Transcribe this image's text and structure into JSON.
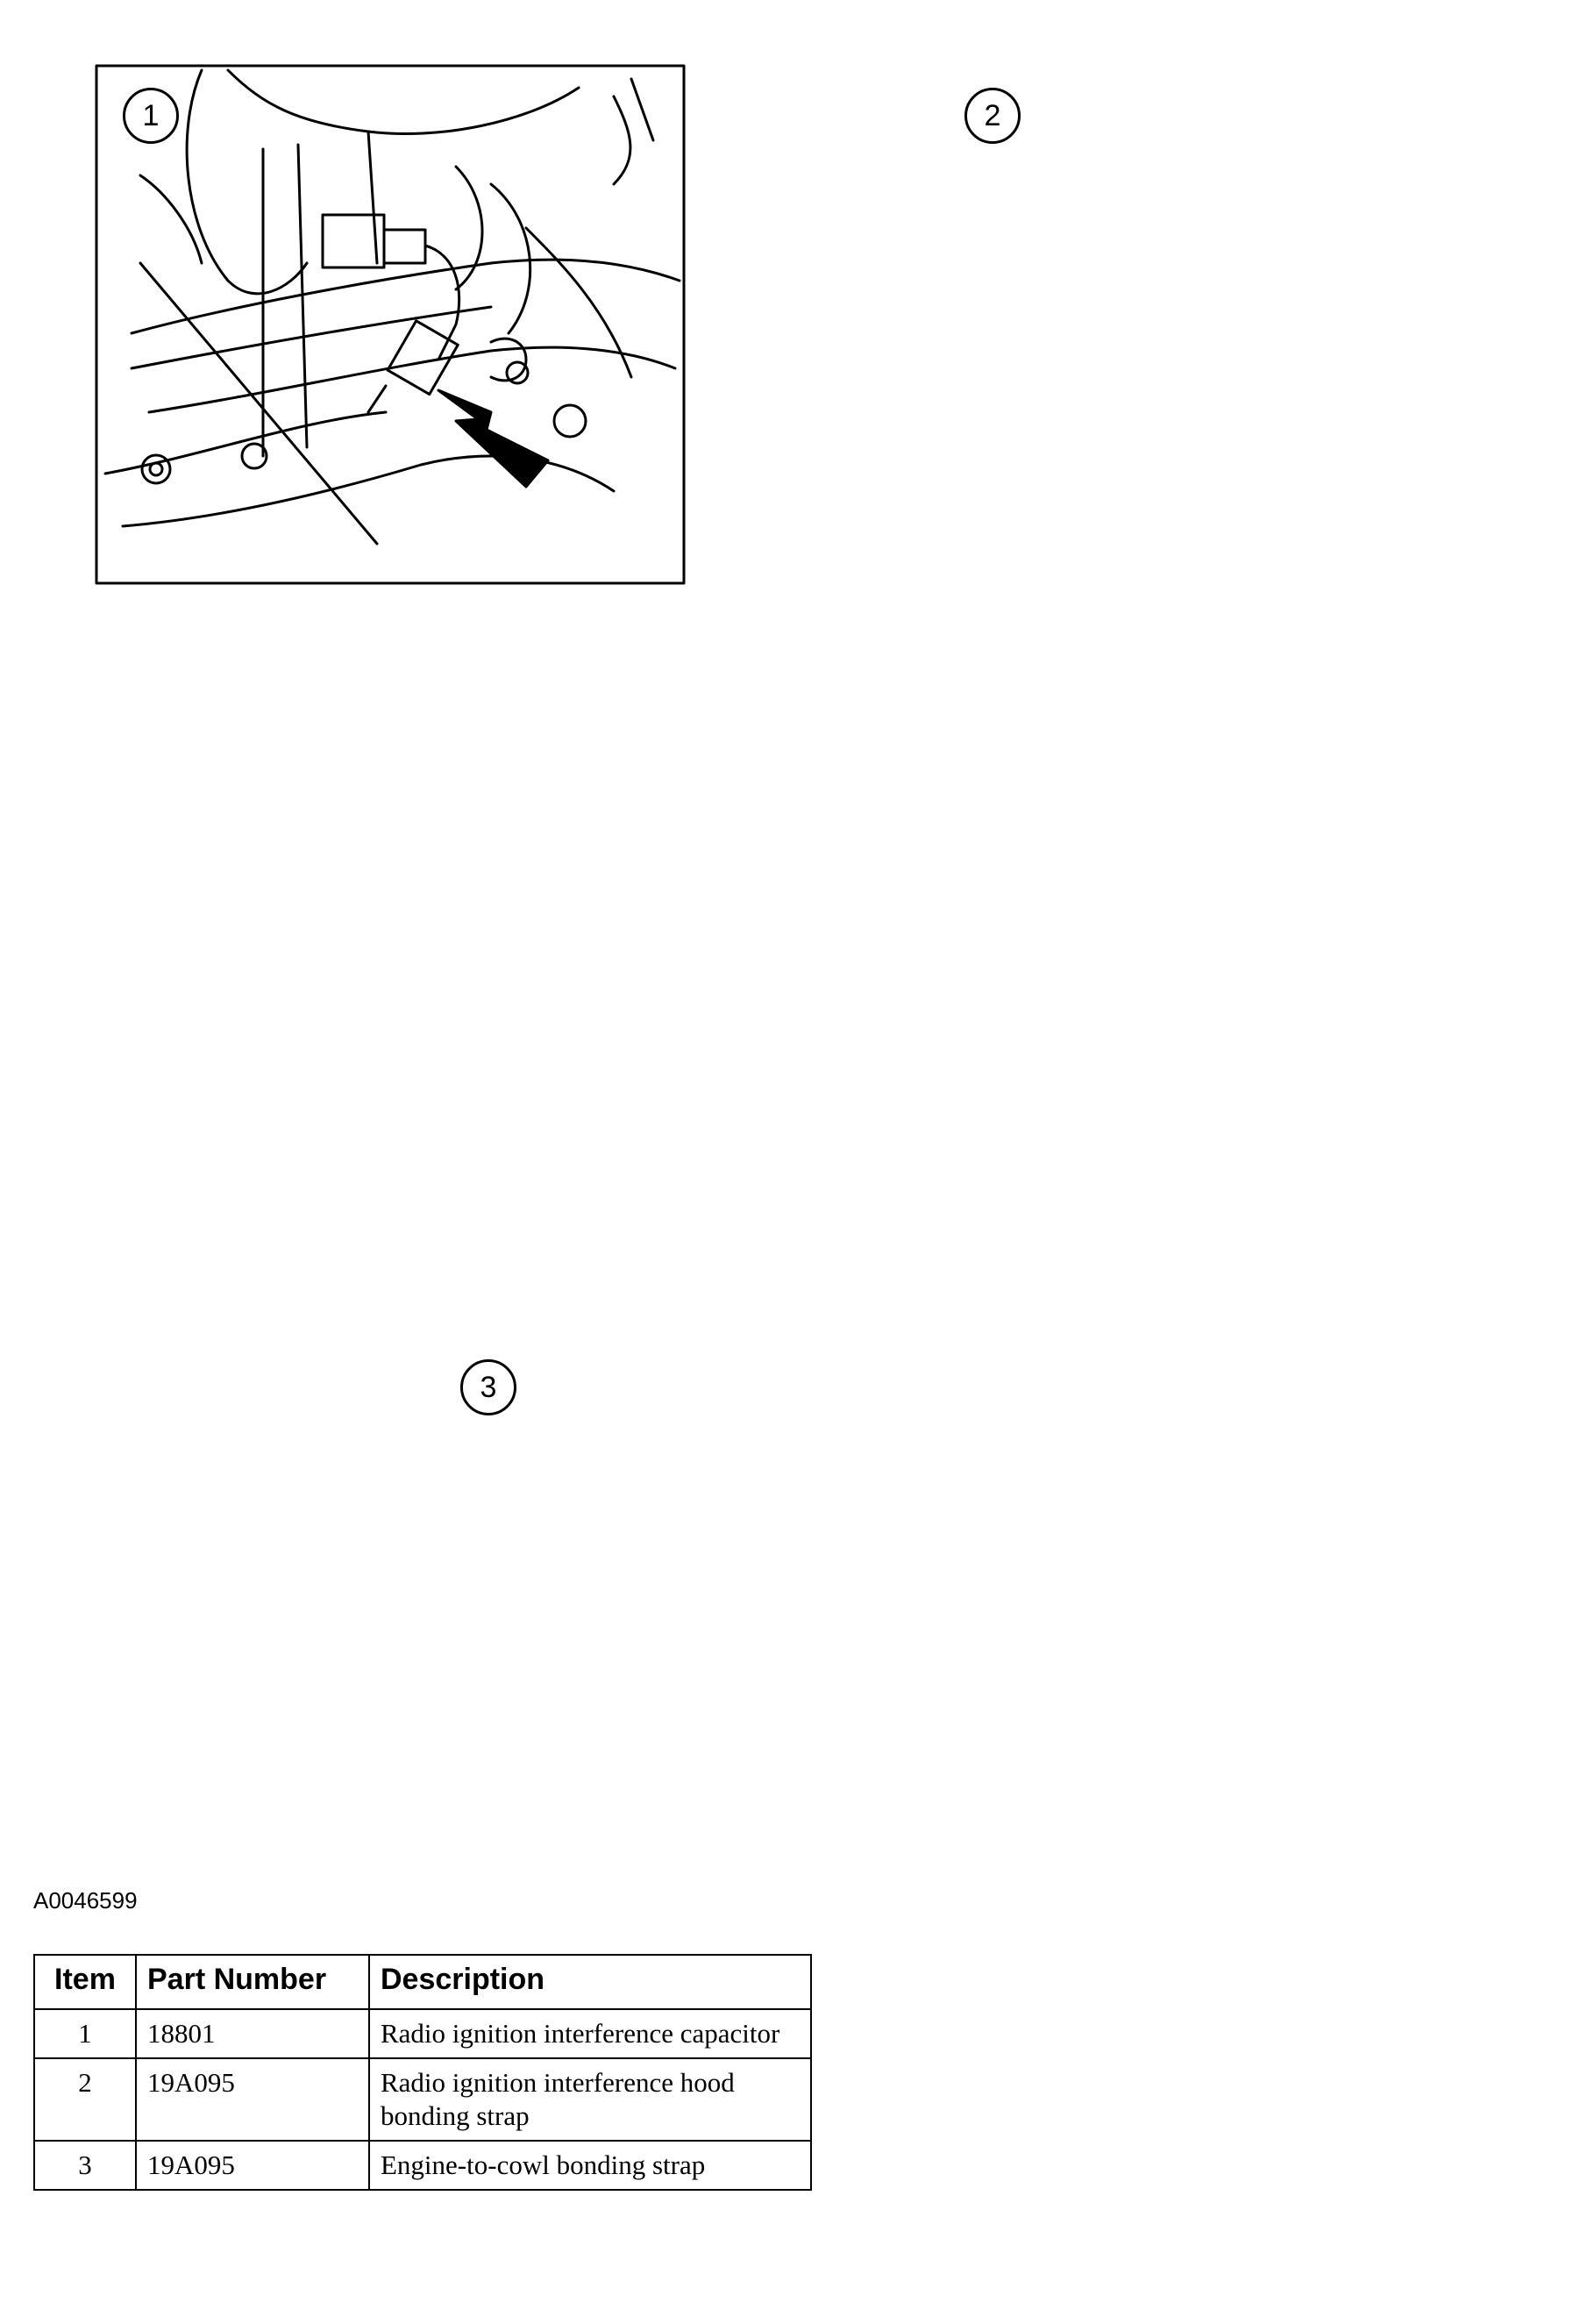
{
  "figure": {
    "id_label": "A0046599",
    "callouts": [
      "1",
      "2",
      "3"
    ]
  },
  "table": {
    "headers": [
      "Item",
      "Part Number",
      "Description"
    ],
    "rows": [
      {
        "item": "1",
        "part_number": "18801",
        "description": "Radio ignition interference capacitor"
      },
      {
        "item": "2",
        "part_number": "19A095",
        "description": "Radio ignition interference hood bonding strap"
      },
      {
        "item": "3",
        "part_number": "19A095",
        "description": "Engine-to-cowl bonding strap"
      }
    ]
  }
}
